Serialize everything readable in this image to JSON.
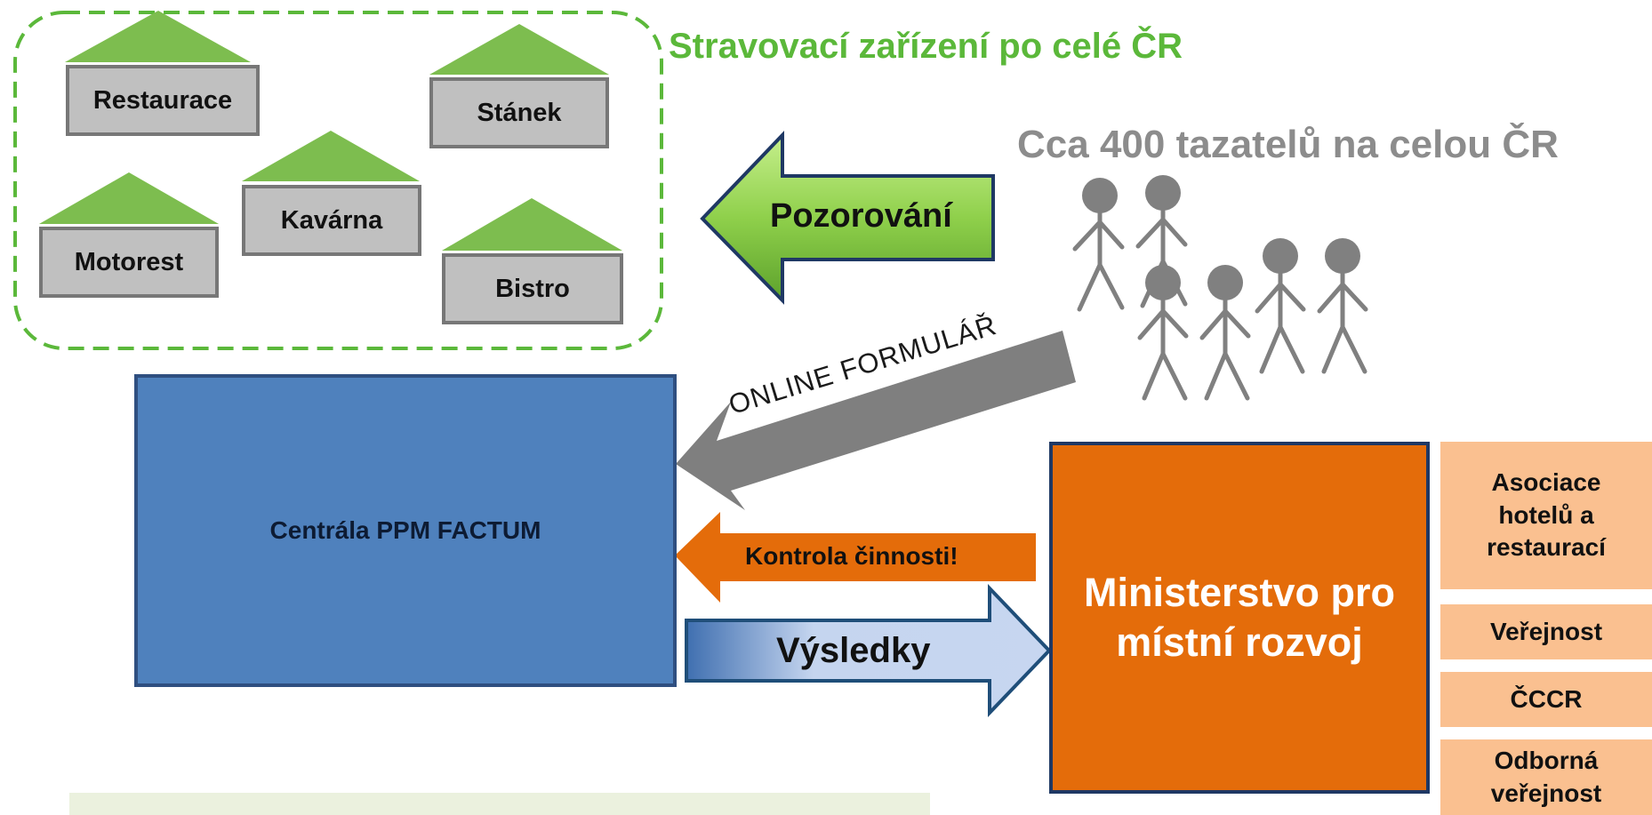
{
  "outlets": {
    "title": "Stravovací zařízení po celé ČR",
    "items": [
      {
        "label": "Restaurace"
      },
      {
        "label": "Stánek"
      },
      {
        "label": "Kavárna"
      },
      {
        "label": "Motorest"
      },
      {
        "label": "Bistro"
      }
    ]
  },
  "interviewers": {
    "title": "Cca 400 tazatelů na celou ČR"
  },
  "arrows": {
    "observation": "Pozorování",
    "online_form": "ONLINE FORMULÁŘ",
    "control": "Kontrola činnosti!",
    "results": "Výsledky"
  },
  "central": {
    "label": "Centrála PPM FACTUM"
  },
  "ministry": {
    "line1": "Ministerstvo pro",
    "line2": "místní rozvoj"
  },
  "audiences": [
    {
      "label": "Asociace hotelů a restaurací"
    },
    {
      "label": "Veřejnost"
    },
    {
      "label": "ČCCR"
    },
    {
      "label": "Odborná veřejnost"
    }
  ],
  "colors": {
    "roof_green": "#7dbd4f",
    "dashed_green": "#5bb83a",
    "blue_box": "#4f81bd",
    "orange_box": "#e46c0a",
    "tag_peach": "#fac090",
    "arrow_gray": "#7f7f7f",
    "arrow_green": "#92d050",
    "arrow_light_blue": "#c5d3ec"
  }
}
